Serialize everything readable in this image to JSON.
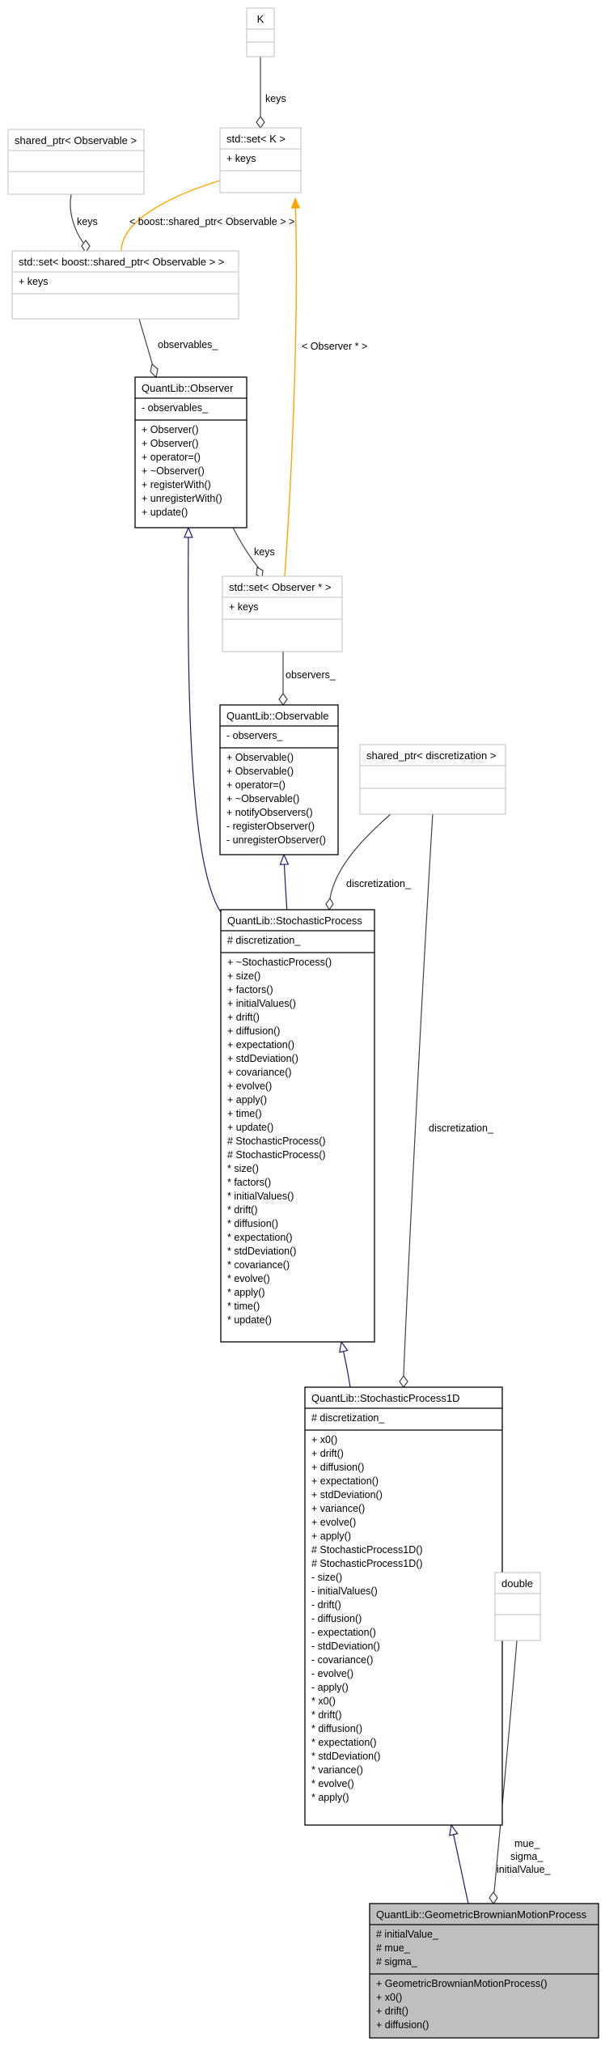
{
  "classes": {
    "k": {
      "title": "K",
      "attributes": [],
      "methods": []
    },
    "shared_ptr_observable": {
      "title": "shared_ptr< Observable >",
      "attributes": [],
      "methods": []
    },
    "std_set_k": {
      "title": "std::set< K >",
      "attributes": [
        "+ keys"
      ],
      "methods": []
    },
    "std_set_shared_ptr": {
      "title": "std::set< boost::shared_ptr< Observable > >",
      "attributes": [
        "+ keys"
      ],
      "methods": []
    },
    "observer": {
      "title": "QuantLib::Observer",
      "attributes": [
        "- observables_"
      ],
      "methods": [
        "+ Observer()",
        "+ Observer()",
        "+ operator=()",
        "+ ~Observer()",
        "+ registerWith()",
        "+ unregisterWith()",
        "+ update()"
      ]
    },
    "std_set_observer": {
      "title": "std::set< Observer * >",
      "attributes": [
        "+ keys"
      ],
      "methods": []
    },
    "observable": {
      "title": "QuantLib::Observable",
      "attributes": [
        "- observers_"
      ],
      "methods": [
        "+ Observable()",
        "+ Observable()",
        "+ operator=()",
        "+ ~Observable()",
        "+ notifyObservers()",
        "- registerObserver()",
        "- unregisterObserver()"
      ]
    },
    "shared_ptr_discretization": {
      "title": "shared_ptr< discretization >",
      "attributes": [],
      "methods": []
    },
    "stochastic_process": {
      "title": "QuantLib::StochasticProcess",
      "attributes": [
        "# discretization_"
      ],
      "methods": [
        "+ ~StochasticProcess()",
        "+ size()",
        "+ factors()",
        "+ initialValues()",
        "+ drift()",
        "+ diffusion()",
        "+ expectation()",
        "+ stdDeviation()",
        "+ covariance()",
        "+ evolve()",
        "+ apply()",
        "+ time()",
        "+ update()",
        "# StochasticProcess()",
        "# StochasticProcess()",
        "* size()",
        "* factors()",
        "* initialValues()",
        "* drift()",
        "* diffusion()",
        "* expectation()",
        "* stdDeviation()",
        "* covariance()",
        "* evolve()",
        "* apply()",
        "* time()",
        "* update()"
      ]
    },
    "stochastic_process_1d": {
      "title": "QuantLib::StochasticProcess1D",
      "attributes": [
        "# discretization_"
      ],
      "methods": [
        "+ x0()",
        "+ drift()",
        "+ diffusion()",
        "+ expectation()",
        "+ stdDeviation()",
        "+ variance()",
        "+ evolve()",
        "+ apply()",
        "# StochasticProcess1D()",
        "# StochasticProcess1D()",
        "- size()",
        "- initialValues()",
        "- drift()",
        "- diffusion()",
        "- expectation()",
        "- stdDeviation()",
        "- covariance()",
        "- evolve()",
        "- apply()",
        "* x0()",
        "* drift()",
        "* diffusion()",
        "* expectation()",
        "* stdDeviation()",
        "* variance()",
        "* evolve()",
        "* apply()"
      ]
    },
    "double": {
      "title": "double",
      "attributes": [],
      "methods": []
    },
    "gbm": {
      "title": "QuantLib::GeometricBrownianMotionProcess",
      "attributes": [
        "# initialValue_",
        "# mue_",
        "# sigma_"
      ],
      "methods": [
        "+ GeometricBrownianMotionProcess()",
        "+ x0()",
        "+ drift()",
        "+ diffusion()"
      ]
    }
  },
  "edge_labels": {
    "keys_k": "keys",
    "keys_shared": "keys",
    "boost_shared": "< boost::shared_ptr< Observable > >",
    "observer_ptr": "< Observer * >",
    "observables": "observables_",
    "keys_observer": "keys",
    "observers": "observers_",
    "discretization_sp": "discretization_",
    "discretization_1d": "discretization_",
    "gbm_members": [
      "mue_",
      "sigma_",
      "initialValue_"
    ]
  },
  "colors": {
    "inheritance": "#191970",
    "template": "#ffa500",
    "association": "#404040",
    "external_border": "#bfbfbf",
    "class_border": "#000000",
    "highlight_fill": "#bfbfbf"
  }
}
